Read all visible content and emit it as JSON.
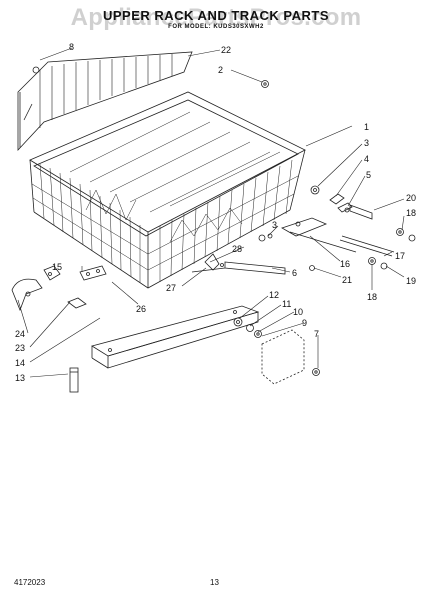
{
  "header": {
    "title": "UPPER RACK AND TRACK PARTS",
    "model": "FOR MODEL: KUDS30SXWH2"
  },
  "watermark": "AppliancePartsPros.com",
  "callouts": [
    "1",
    "2",
    "3",
    "4",
    "5",
    "6",
    "7",
    "8",
    "9",
    "10",
    "11",
    "12",
    "13",
    "14",
    "15",
    "16",
    "17",
    "18",
    "18",
    "19",
    "20",
    "21",
    "22",
    "23",
    "24",
    "26",
    "27",
    "28"
  ],
  "footer": {
    "part_number": "4172023",
    "page_number": "13"
  }
}
